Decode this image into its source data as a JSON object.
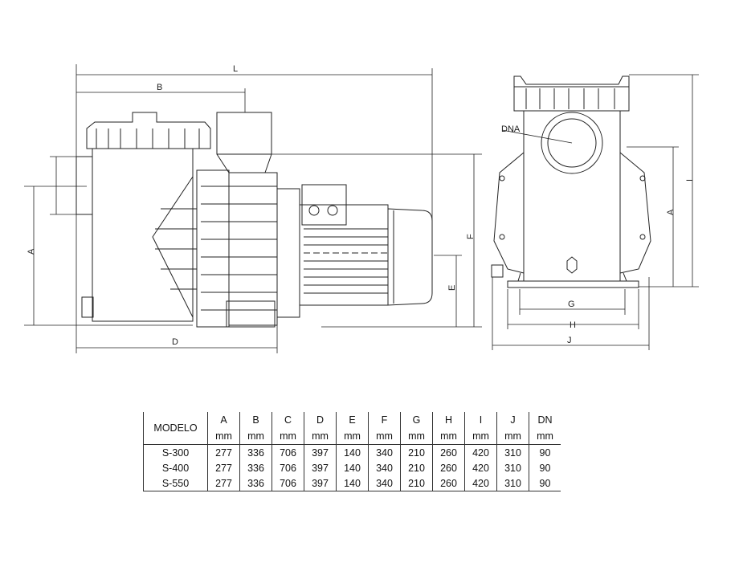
{
  "drawing": {
    "side_labels": {
      "L": "L",
      "B": "B",
      "A": "A",
      "D": "D",
      "F": "F",
      "E": "E"
    },
    "front_labels": {
      "DNA": "DNA",
      "A": "A",
      "I": "I",
      "G": "G",
      "H": "H",
      "J": "J"
    }
  },
  "table": {
    "headers": [
      "MODELO",
      "A",
      "B",
      "C",
      "D",
      "E",
      "F",
      "G",
      "H",
      "I",
      "J",
      "DN"
    ],
    "unit": "mm",
    "rows": [
      [
        "S-300",
        "277",
        "336",
        "706",
        "397",
        "140",
        "340",
        "210",
        "260",
        "420",
        "310",
        "90"
      ],
      [
        "S-400",
        "277",
        "336",
        "706",
        "397",
        "140",
        "340",
        "210",
        "260",
        "420",
        "310",
        "90"
      ],
      [
        "S-550",
        "277",
        "336",
        "706",
        "397",
        "140",
        "340",
        "210",
        "260",
        "420",
        "310",
        "90"
      ]
    ]
  }
}
